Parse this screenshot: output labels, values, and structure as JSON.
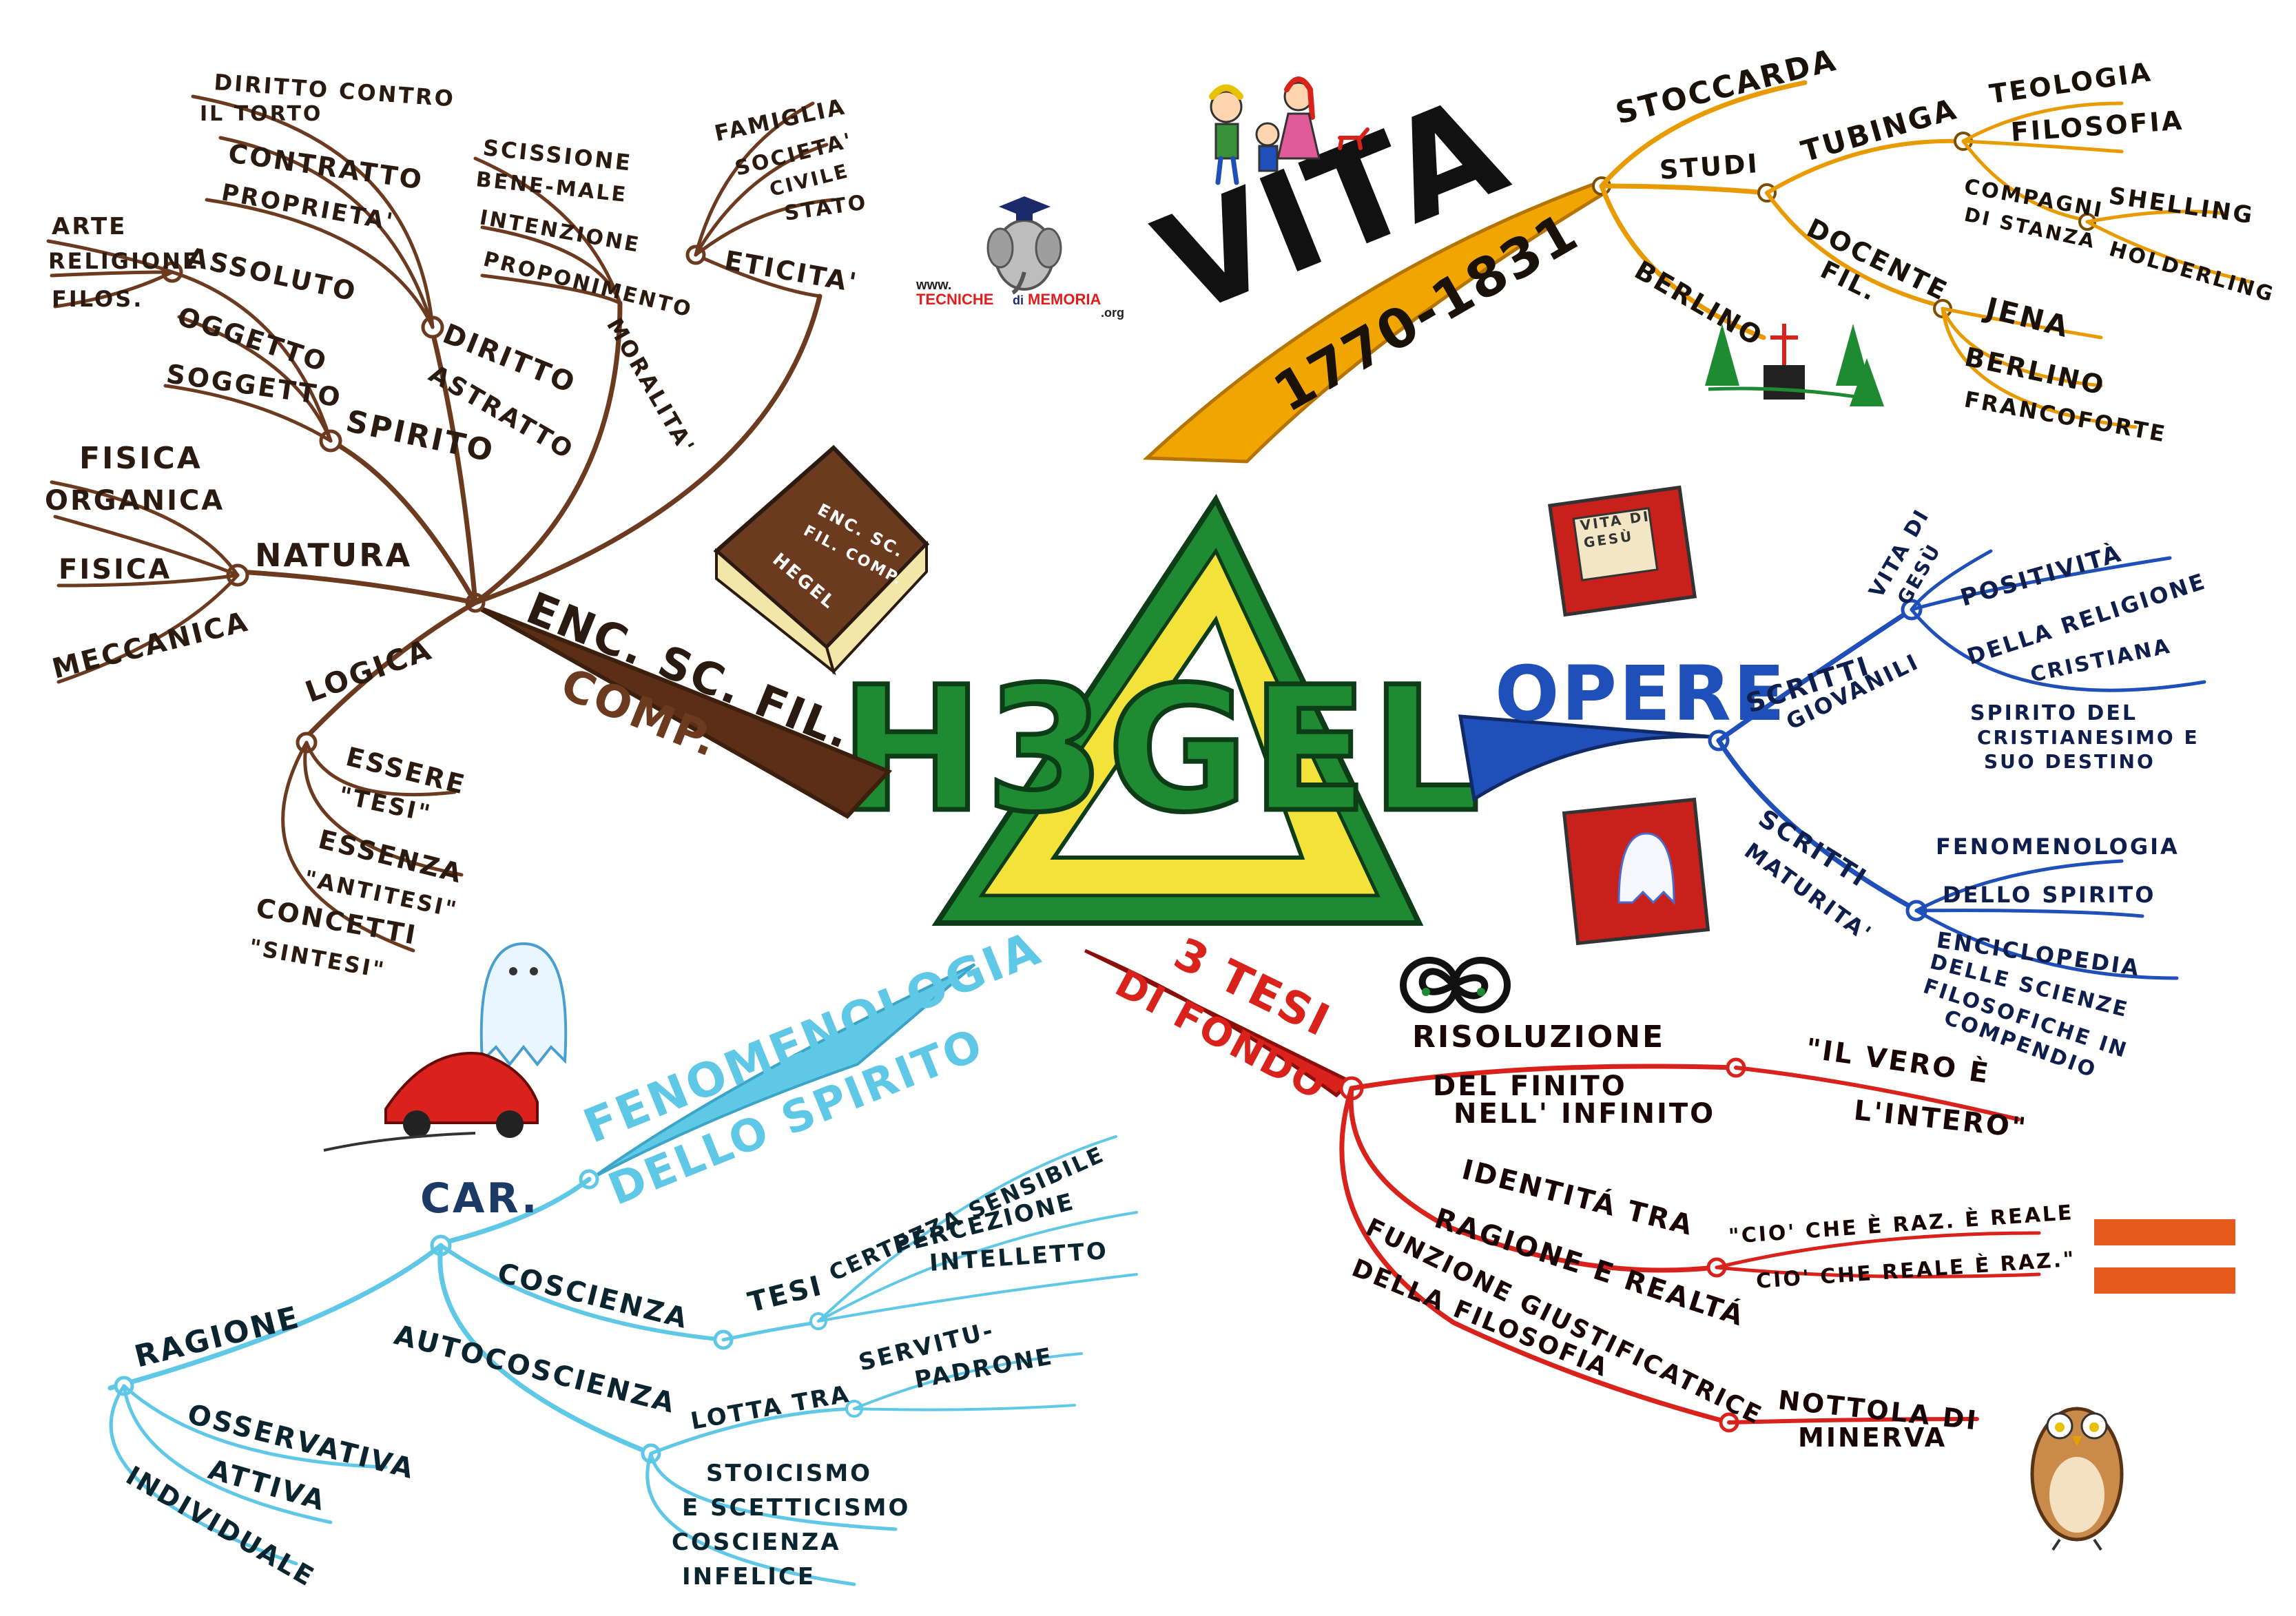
{
  "center": {
    "title": "H3GEL"
  },
  "watermark": {
    "www": "www.",
    "name_a": "TECNICHE",
    "name_b": "di",
    "name_c": "MEMORIA",
    "tld": ".org"
  },
  "book_label": {
    "line1": "ENC. SC.",
    "line2": "FIL. COMP.",
    "line3": "HEGEL"
  },
  "book_vita": {
    "line1": "VITA DI",
    "line2": "GESÙ"
  },
  "colors": {
    "brown": "#6b3a1f",
    "orange": "#e89a00",
    "blue": "#1f4fb8",
    "red": "#d8221b",
    "cyan": "#5ec8e6",
    "green": "#1e8a32",
    "yellow": "#f2e23a"
  },
  "branches": {
    "enc": {
      "title_1": "ENC. SC. FIL.",
      "title_2": "COMP.",
      "natura": "NATURA",
      "fisica_org": "FISICA",
      "organica": "ORGANICA",
      "fisica": "FISICA",
      "meccanica": "MECCANICA",
      "spirito": "SPIRITO",
      "soggetto": "SOGGETTO",
      "oggetto": "OGGETTO",
      "assoluto": "ASSOLUTO",
      "arte": "ARTE",
      "religione": "RELIGIONE",
      "filos": "FILOS.",
      "diritto": "DIRITTO",
      "astratto": "ASTRATTO",
      "proprieta": "PROPRIETA'",
      "contratto": "CONTRATTO",
      "diritto_torto_1": "DIRITTO CONTRO",
      "diritto_torto_2": "IL TORTO",
      "moralita": "MORALITA'",
      "scissione_1": "SCISSIONE",
      "scissione_2": "BENE-MALE",
      "intenzione": "INTENZIONE",
      "proponimento": "PROPONIMENTO",
      "eticita": "ETICITA'",
      "famiglia": "FAMIGLIA",
      "societa_1": "SOCIETA'",
      "societa_2": "CIVILE",
      "stato": "STATO",
      "logica": "LOGICA",
      "essere": "ESSERE",
      "tesi": "\"TESI\"",
      "essenza": "ESSENZA",
      "antitesi": "\"ANTITESI\"",
      "concetti": "CONCETTI",
      "sintesi": "\"SINTESI\""
    },
    "vita": {
      "title": "VITA",
      "years": "1770-1831",
      "stoccarda": "STOCCARDA",
      "studi": "STUDI",
      "tubinga": "TUBINGA",
      "teologia": "TEOLOGIA",
      "filosofia": "FILOSOFIA",
      "compagni_1": "COMPAGNI",
      "compagni_2": "DI STANZA",
      "shelling": "SHELLING",
      "holderling": "HOLDERLING",
      "docente_1": "DOCENTE",
      "docente_2": "FIL.",
      "jena": "JENA",
      "berlino_d": "BERLINO",
      "francoforte": "FRANCOFORTE",
      "berlino": "BERLINO"
    },
    "opere": {
      "title": "OPERE",
      "giovanili_1": "SCRITTI",
      "giovanili_2": "GIOVANILI",
      "vita_gesu_1": "VITA DI",
      "vita_gesu_2": "GESÙ",
      "positivita_1": "POSITIVITÀ",
      "positivita_2": "DELLA RELIGIONE",
      "positivita_3": "CRISTIANA",
      "spirito_crist_1": "SPIRITO DEL",
      "spirito_crist_2": "CRISTIANESIMO E",
      "spirito_crist_3": "SUO DESTINO",
      "maturita_1": "SCRITTI",
      "maturita_2": "MATURITA'",
      "fenom_1": "FENOMENOLOGIA",
      "fenom_2": "DELLO SPIRITO",
      "encic_1": "ENCICLOPEDIA",
      "encic_2": "DELLE SCIENZE",
      "encic_3": "FILOSOFICHE IN",
      "encic_4": "COMPENDIO"
    },
    "tesi": {
      "title_1": "3 TESI",
      "title_2": "DI FONDO",
      "risoluzione_1": "RISOLUZIONE",
      "risoluzione_2": "DEL FINITO",
      "risoluzione_3": "NELL' INFINITO",
      "vero_1": "\"IL VERO È",
      "vero_2": "L'INTERO\"",
      "identita_1": "IDENTITÁ TRA",
      "identita_2": "RAGIONE E REALTÁ",
      "razionale_1": "\"CIO' CHE È RAZ. È REALE",
      "razionale_2": "CIO' CHE REALE È RAZ.\"",
      "funzione_1": "FUNZIONE GIUSTIFICATRICE",
      "funzione_2": "DELLA FILOSOFIA",
      "nottola_1": "NOTTOLA DI",
      "nottola_2": "MINERVA"
    },
    "fenomenologia": {
      "title_1": "FENOMENOLOGIA",
      "title_2": "DELLO SPIRITO",
      "car": "CAR.",
      "coscienza": "COSCIENZA",
      "tesi": "TESI",
      "certezza": "CERTEZZA SENSIBILE",
      "percezione": "PERCEZIONE",
      "intelletto": "INTELLETTO",
      "autocoscienza": "AUTOCOSCIENZA",
      "lotta": "LOTTA TRA",
      "servitu": "SERVITU-",
      "padrone": "PADRONE",
      "stoicismo_1": "STOICISMO",
      "stoicismo_2": "E SCETTICISMO",
      "infelice_1": "COSCIENZA",
      "infelice_2": "INFELICE",
      "ragione": "RAGIONE",
      "osservativa": "OSSERVATIVA",
      "attiva": "ATTIVA",
      "individuale": "INDIVIDUALE"
    }
  }
}
